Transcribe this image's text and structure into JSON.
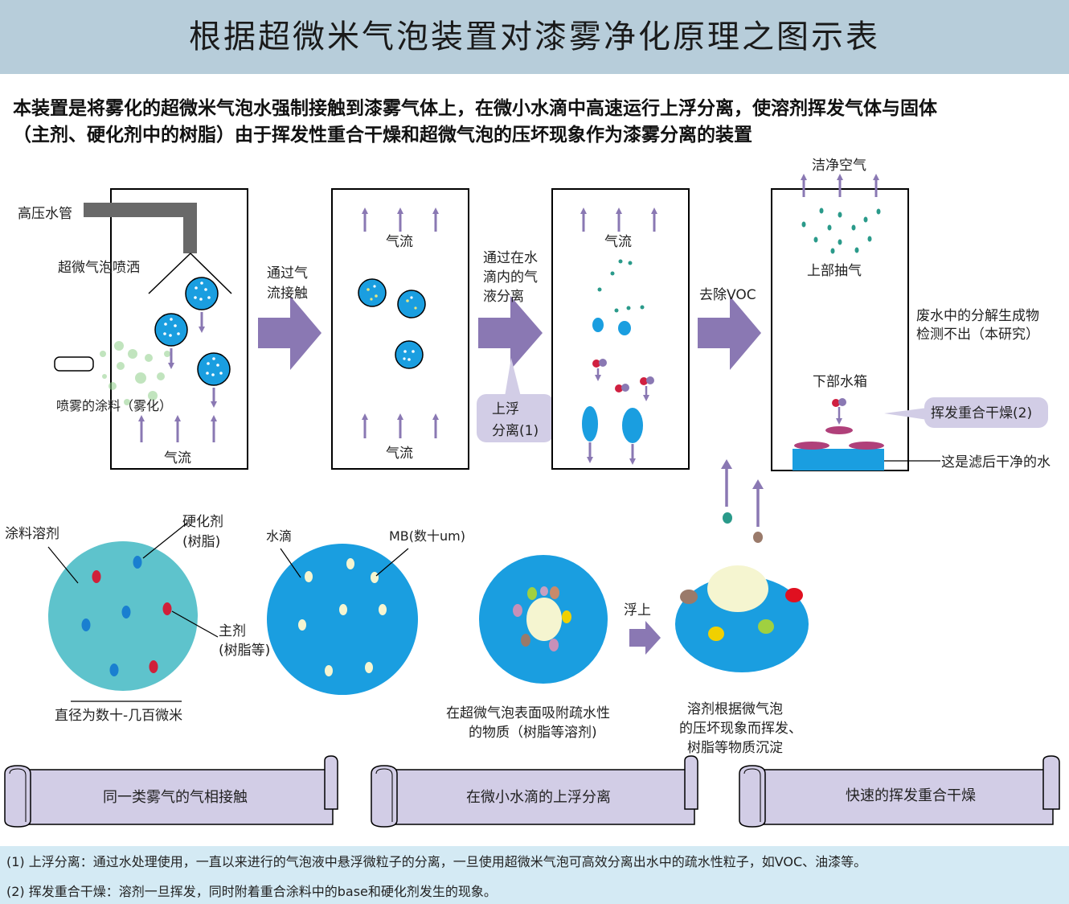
{
  "title": "根据超微米气泡装置对漆雾净化原理之图示表",
  "intro": {
    "line1": "本装置是将雾化的超微米气泡水强制接触到漆雾气体上，在微小水滴中高速运行上浮分离，使溶剂挥发气体与固体",
    "line2": "（主剂、硬化剂中的树脂）由于挥发性重合干燥和超微气泡的压坏现象作为漆雾分离的装置"
  },
  "stage1": {
    "pipe_label": "高压水管",
    "spray_label": "超微气泡喷洒",
    "paint_label": "喷雾的涂料（雾化）",
    "airflow_label": "气流"
  },
  "arrow1_label": [
    "通过气",
    "流接触"
  ],
  "stage2": {
    "airflow_top": "气流",
    "airflow_bottom": "气流"
  },
  "arrow2_label": [
    "通过在水",
    "滴内的气",
    "液分离"
  ],
  "float_callout": [
    "上浮",
    "分离(1)"
  ],
  "stage3": {
    "airflow_top": "气流"
  },
  "arrow3_label": "去除VOC",
  "stage4": {
    "clean_air": "洁净空气",
    "exhaust": "上部抽气",
    "tank": "下部水箱"
  },
  "wastewater_note": [
    "废水中的分解生成物",
    "检测不出（本研究）"
  ],
  "dry_callout": "挥发重合干燥(2)",
  "clean_water_label": "这是滤后干净的水",
  "detail": {
    "paint_solvent": "涂料溶剂",
    "hardener": [
      "硬化剂",
      "(树脂)"
    ],
    "main_agent": [
      "主剂",
      "(树脂等)"
    ],
    "diameter": "直径为数十-几百微米",
    "water_drop": "水滴",
    "mb_label": "MB(数十um)",
    "float_up": "浮上",
    "adsorb_caption": [
      "在超微气泡表面吸附疏水性",
      "的物质（树脂等溶剂)"
    ],
    "collapse_caption": [
      "溶剂根据微气泡",
      "的压坏现象而挥发、",
      "树脂等物质沉淀"
    ]
  },
  "scrolls": [
    "同一类雾气的气相接触",
    "在微小水滴的上浮分离",
    "快速的挥发重合干燥"
  ],
  "footnotes": [
    "(1) 上浮分离：通过水处理使用，一直以来进行的气泡液中悬浮微粒子的分离，一旦使用超微米气泡可高效分离出水中的疏水性粒子，如VOC、油漆等。",
    "(2) 挥发重合干燥：溶剂一旦挥发，同时附着重合涂料中的base和硬化剂发生的现象。"
  ],
  "colors": {
    "title_bg": "#b7cdda",
    "arrow": "#8a78b3",
    "bubble_blue": "#1a9ee0",
    "paint_teal": "#5ec3cc",
    "scroll_fill": "#d2cde6",
    "pipe_gray": "#696969",
    "footer_bg": "#d4eaf4"
  }
}
